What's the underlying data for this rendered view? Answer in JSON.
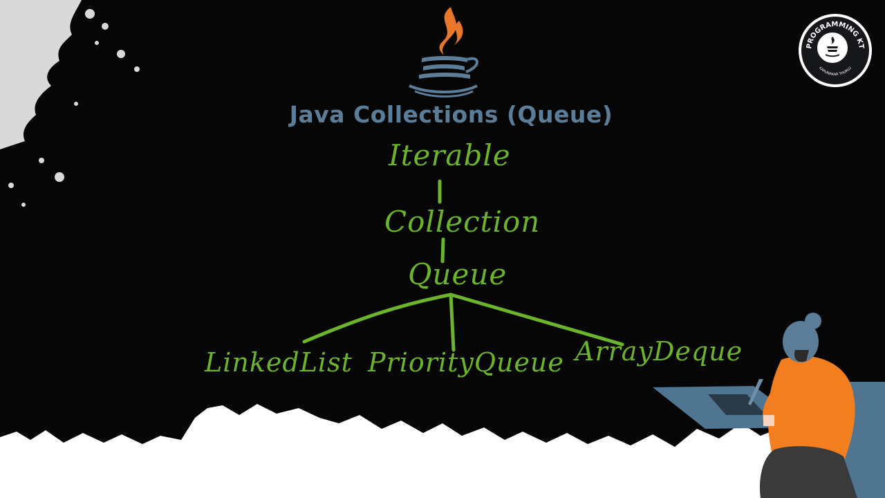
{
  "title": "Java Collections (Queue)",
  "hierarchy": {
    "root": "Iterable",
    "level2": "Collection",
    "level3": "Queue",
    "children": [
      "LinkedList",
      "PriorityQueue",
      "ArrayDeque"
    ]
  },
  "logo": {
    "top_text": "PROGRAMMING KT",
    "bottom_text": "KARUNAKAR THURLU",
    "icon": "java-cup-icon"
  },
  "colors": {
    "background": "#060606",
    "title": "#5b7d98",
    "node": "#6cb42c",
    "java_flame": "#e8772a",
    "java_cup": "#5b7d98"
  }
}
